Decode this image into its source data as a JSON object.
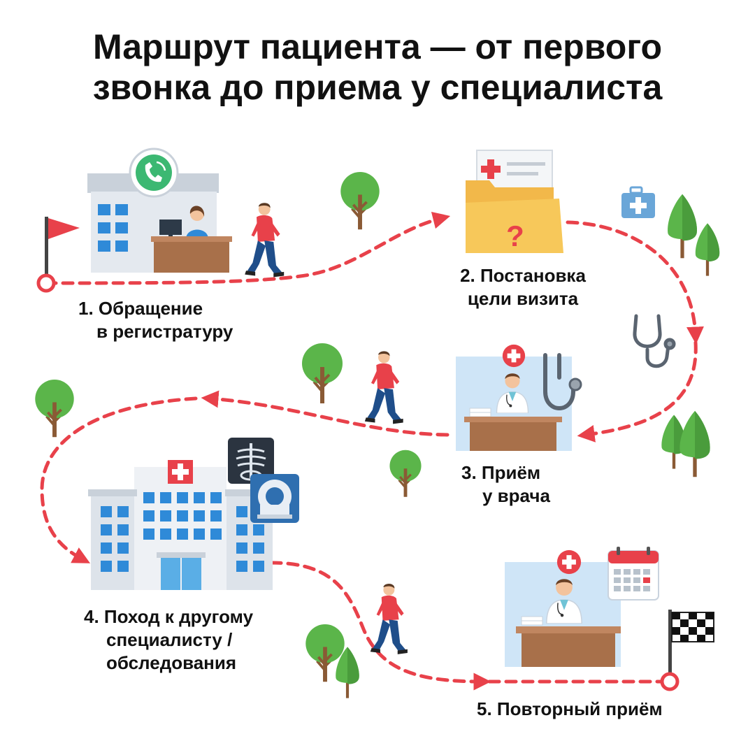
{
  "title": {
    "line1": "Маршрут пациента — от первого",
    "line2": "звонка до приема у специалиста"
  },
  "colors": {
    "route": "#e8414a",
    "building": "#dde3ea",
    "window": "#2f8ad8",
    "desk": "#a8704a",
    "tree": "#5bb54a",
    "panel": "#cfe5f7",
    "text": "#111111"
  },
  "steps": [
    {
      "line1": "1. Обращение",
      "line2": "в регистратуру",
      "icon": "reception-building-with-phone"
    },
    {
      "line1": "2. Постановка",
      "line2": "цели визита",
      "icon": "medical-folder-with-question"
    },
    {
      "line1": "3. Приём",
      "line2": "у врача",
      "icon": "doctor-at-desk"
    },
    {
      "line1": "4. Поход к другому",
      "line2": "специалисту /",
      "line3": "обследования",
      "icon": "hospital-with-xray-and-mri"
    },
    {
      "line1": "5. Повторный приём",
      "icon": "doctor-with-calendar"
    }
  ],
  "markers": {
    "start": "red-flag",
    "finish": "checkered-flag"
  }
}
